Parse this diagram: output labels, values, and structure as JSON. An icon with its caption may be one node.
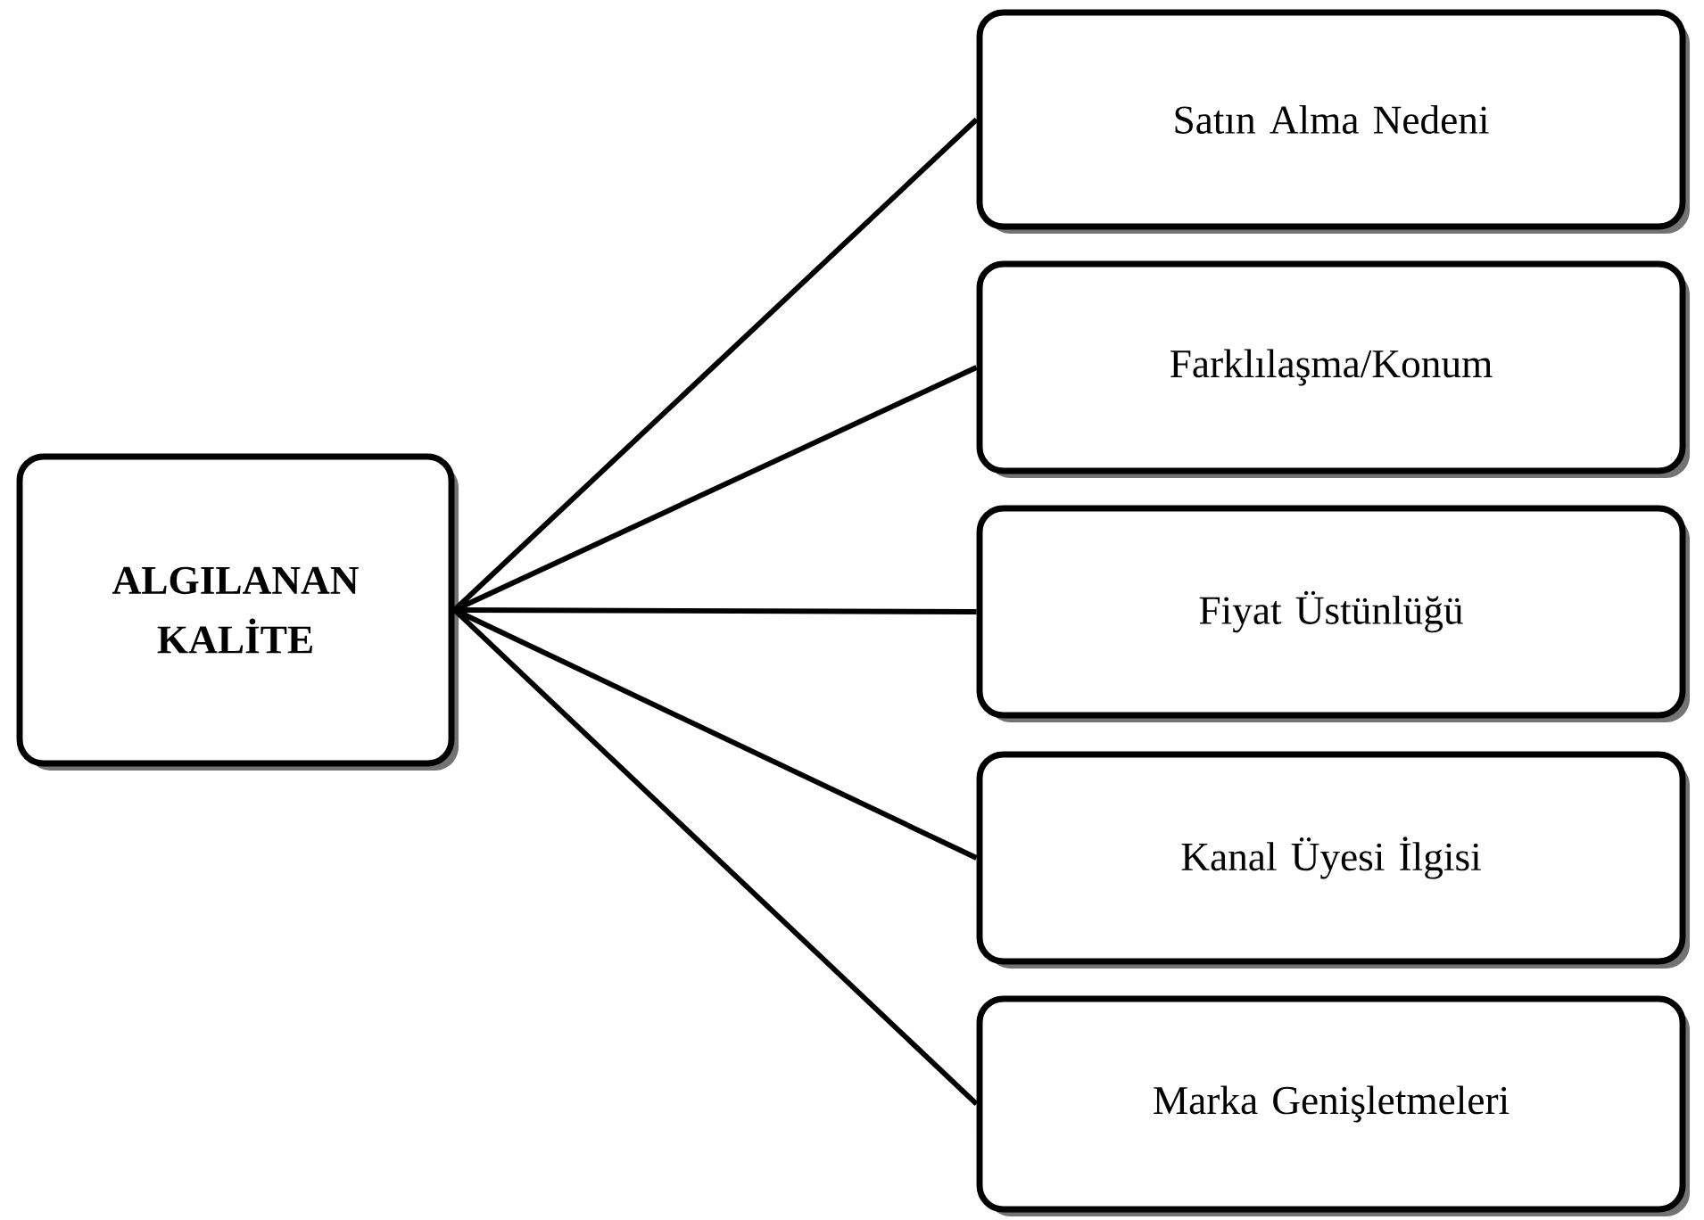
{
  "diagram": {
    "nodes": [
      {
        "text": [
          "ALGILANAN KALİTE"
        ]
      },
      {
        "text": [
          "Satın Alma Nedeni"
        ]
      },
      {
        "text": [
          "Farklılaşma/Konum"
        ]
      },
      {
        "text": [
          "Fiyat Üstünlüğü"
        ]
      },
      {
        "text": [
          "Kanal Üyesi İlgisi"
        ]
      },
      {
        "text": [
          "Marka Genişletmeleri"
        ]
      }
    ],
    "edges": [
      {
        "from": 0,
        "to": 1,
        "arrow": "none"
      },
      {
        "from": 0,
        "to": 2,
        "arrow": "none"
      },
      {
        "from": 0,
        "to": 3,
        "arrow": "none"
      },
      {
        "from": 0,
        "to": 4,
        "arrow": "none"
      },
      {
        "from": 0,
        "to": 5,
        "arrow": "none"
      }
    ]
  }
}
